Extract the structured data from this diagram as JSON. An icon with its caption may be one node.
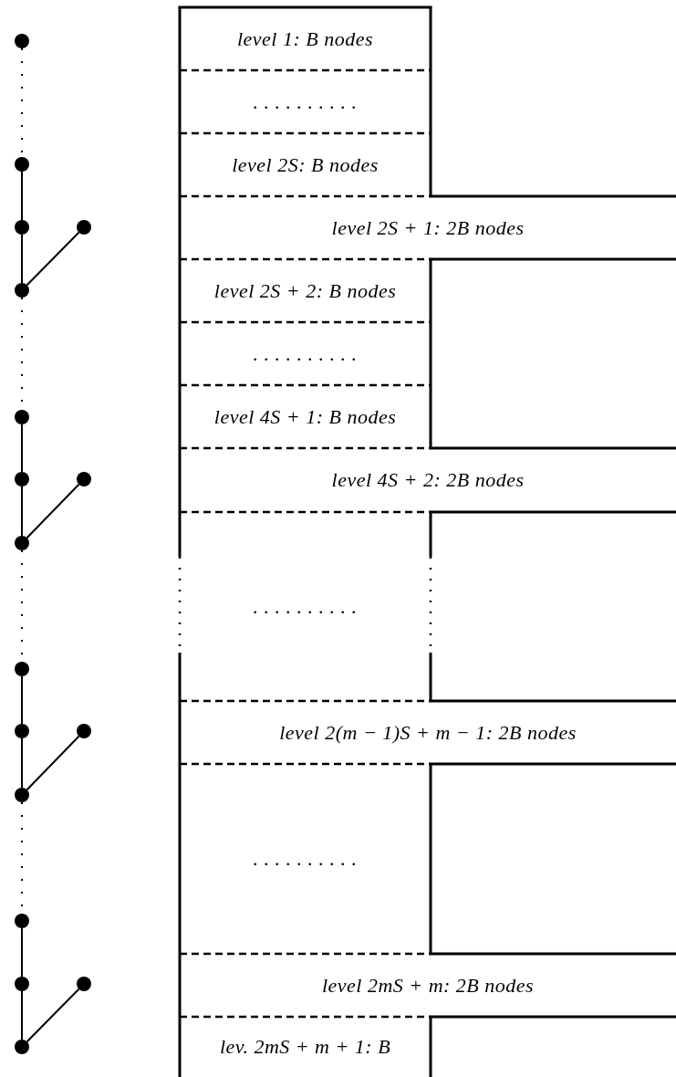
{
  "diagram": {
    "nodes": [
      {
        "text": [],
        "shape": "circle"
      },
      {
        "text": [],
        "shape": "circle"
      },
      {
        "text": [],
        "shape": "circle"
      },
      {
        "text": [],
        "shape": "circle"
      },
      {
        "text": [],
        "shape": "circle"
      },
      {
        "text": [],
        "shape": "circle"
      },
      {
        "text": [],
        "shape": "circle"
      },
      {
        "text": [],
        "shape": "circle"
      },
      {
        "text": [],
        "shape": "circle"
      },
      {
        "text": [],
        "shape": "circle"
      },
      {
        "text": [],
        "shape": "circle"
      },
      {
        "text": [],
        "shape": "circle"
      },
      {
        "text": [],
        "shape": "circle"
      },
      {
        "text": [],
        "shape": "circle"
      },
      {
        "text": [],
        "shape": "circle"
      },
      {
        "text": [],
        "shape": "circle"
      },
      {
        "text": [],
        "shape": "circle"
      },
      {
        "text": [
          "level 1: B nodes"
        ]
      },
      {
        "text": [
          ". . . . . . . . . ."
        ]
      },
      {
        "text": [
          "level 2S: B nodes"
        ]
      },
      {
        "text": [
          "level 2S + 1: 2B nodes"
        ]
      },
      {
        "text": [
          "level 2S + 2: B nodes"
        ]
      },
      {
        "text": [
          ". . . . . . . . . ."
        ]
      },
      {
        "text": [
          "level 4S + 1: B nodes"
        ]
      },
      {
        "text": [
          "level 4S + 2: 2B nodes"
        ]
      },
      {
        "text": [
          ". . . . . . . . . ."
        ]
      },
      {
        "text": [
          "level 2(m − 1)S + m − 1: 2B nodes"
        ]
      },
      {
        "text": [
          ". . . . . . . . . ."
        ]
      },
      {
        "text": [
          "level 2mS + m: 2B nodes"
        ]
      },
      {
        "text": [
          "lev. 2mS + m + 1: B"
        ]
      }
    ],
    "edges": [
      {
        "from": 0,
        "to": 1,
        "arrow": "none",
        "style": "dashed"
      },
      {
        "from": 1,
        "to": 2,
        "arrow": "none"
      },
      {
        "from": 2,
        "to": 4,
        "arrow": "none"
      },
      {
        "from": 4,
        "to": 3,
        "arrow": "none"
      },
      {
        "from": 4,
        "to": 5,
        "arrow": "none",
        "style": "dashed"
      },
      {
        "from": 5,
        "to": 6,
        "arrow": "none"
      },
      {
        "from": 6,
        "to": 8,
        "arrow": "none"
      },
      {
        "from": 8,
        "to": 7,
        "arrow": "none"
      },
      {
        "from": 8,
        "to": 9,
        "arrow": "none",
        "style": "dashed"
      },
      {
        "from": 9,
        "to": 10,
        "arrow": "none"
      },
      {
        "from": 10,
        "to": 12,
        "arrow": "none"
      },
      {
        "from": 12,
        "to": 11,
        "arrow": "none"
      },
      {
        "from": 12,
        "to": 13,
        "arrow": "none",
        "style": "dashed"
      },
      {
        "from": 13,
        "to": 14,
        "arrow": "none"
      },
      {
        "from": 14,
        "to": 16,
        "arrow": "none"
      },
      {
        "from": 16,
        "to": 15,
        "arrow": "none"
      }
    ]
  }
}
